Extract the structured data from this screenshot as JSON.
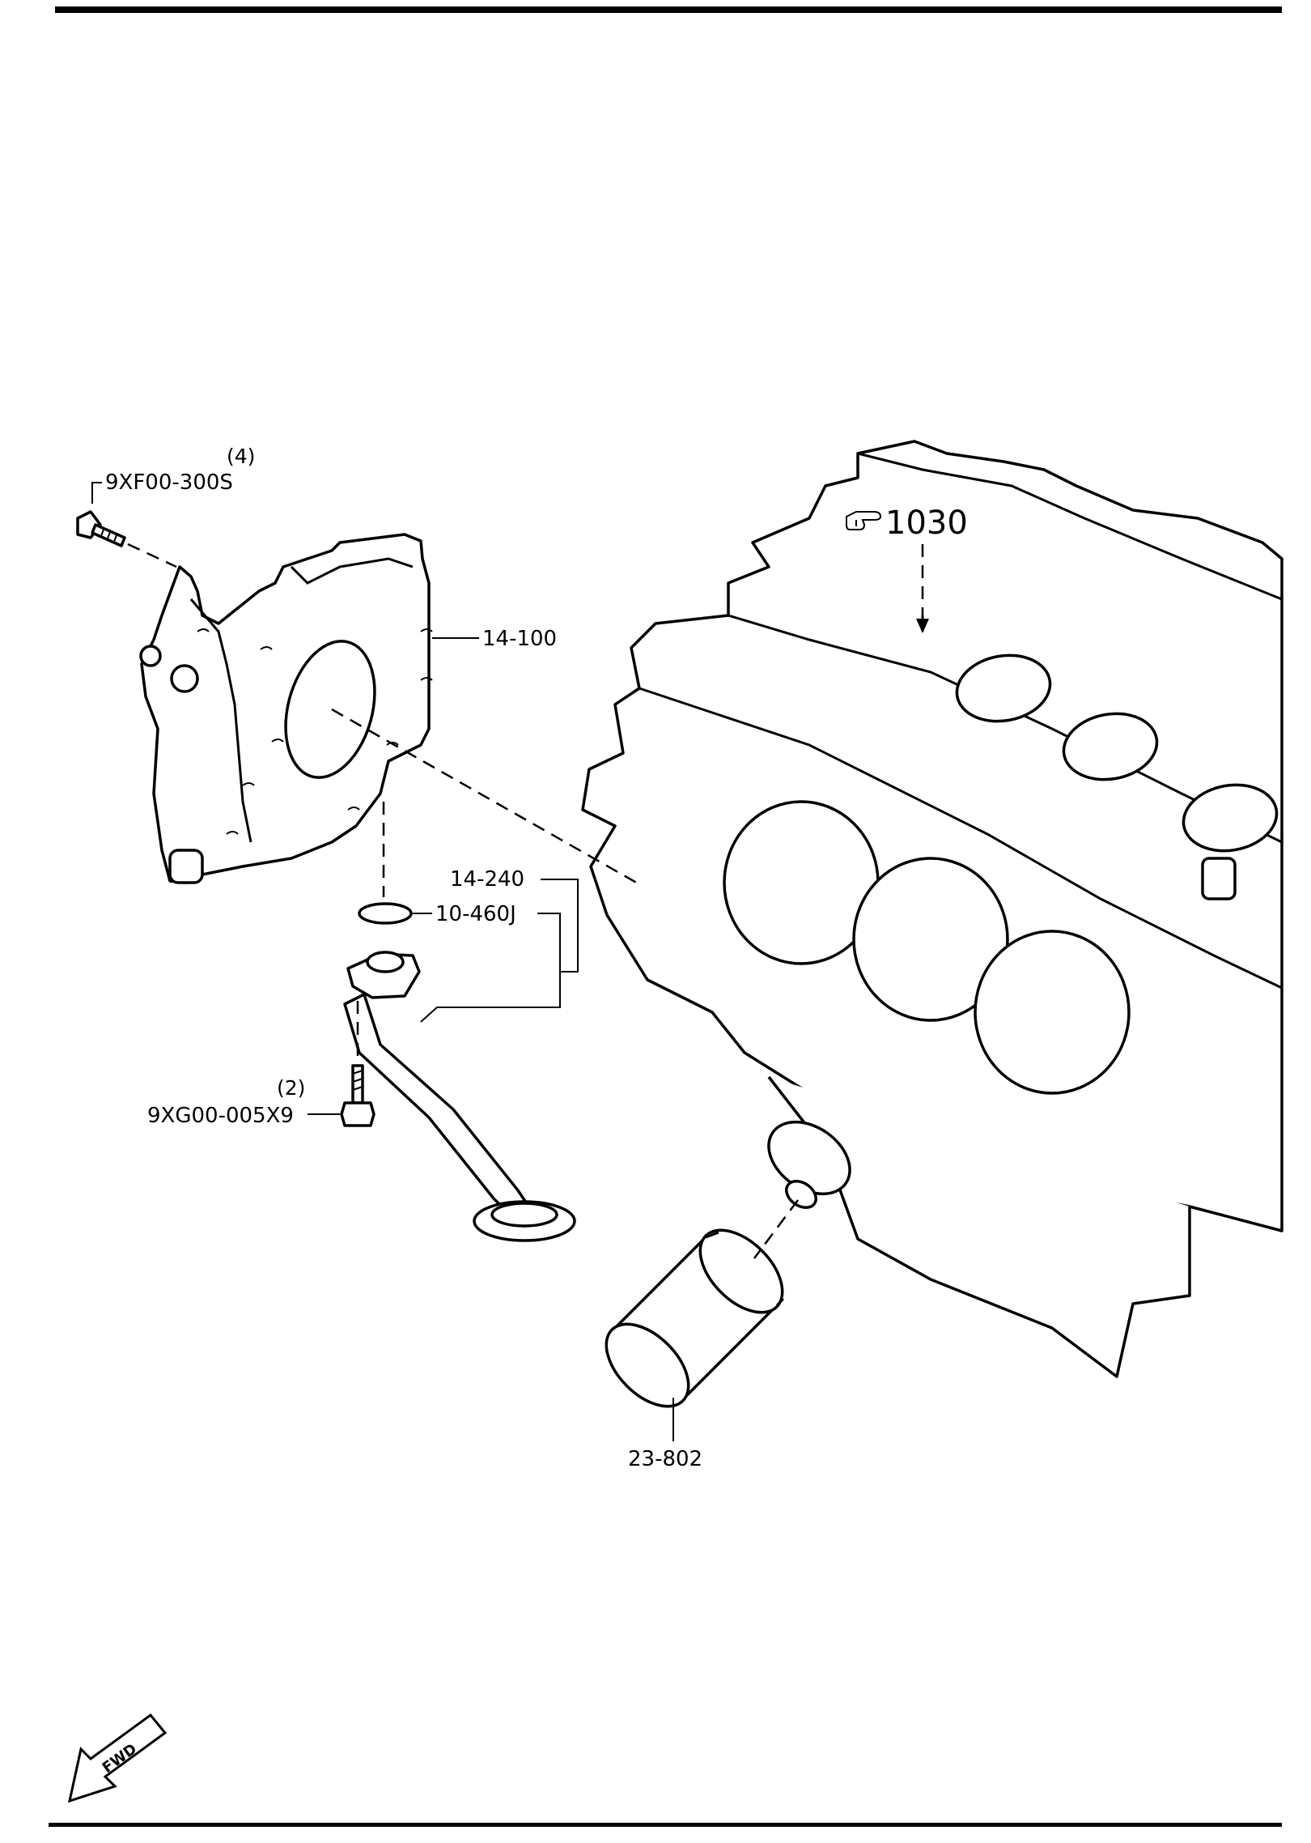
{
  "reference": {
    "icon": "pointing-hand-icon",
    "number": "1030"
  },
  "callouts": [
    {
      "id": "bolt-top",
      "code": "9XF00-300S",
      "qty": "(4)"
    },
    {
      "id": "cover",
      "code": "14-100"
    },
    {
      "id": "strainer",
      "code": "14-240"
    },
    {
      "id": "oring",
      "code": "10-460J"
    },
    {
      "id": "bolt-bottom",
      "code": "9XG00-005X9",
      "qty": "(2)"
    },
    {
      "id": "filter",
      "code": "23-802"
    }
  ],
  "direction": {
    "icon": "fwd-arrow-icon",
    "label": "FWD"
  },
  "colors": {
    "ink": "#000000",
    "paper": "#ffffff"
  }
}
